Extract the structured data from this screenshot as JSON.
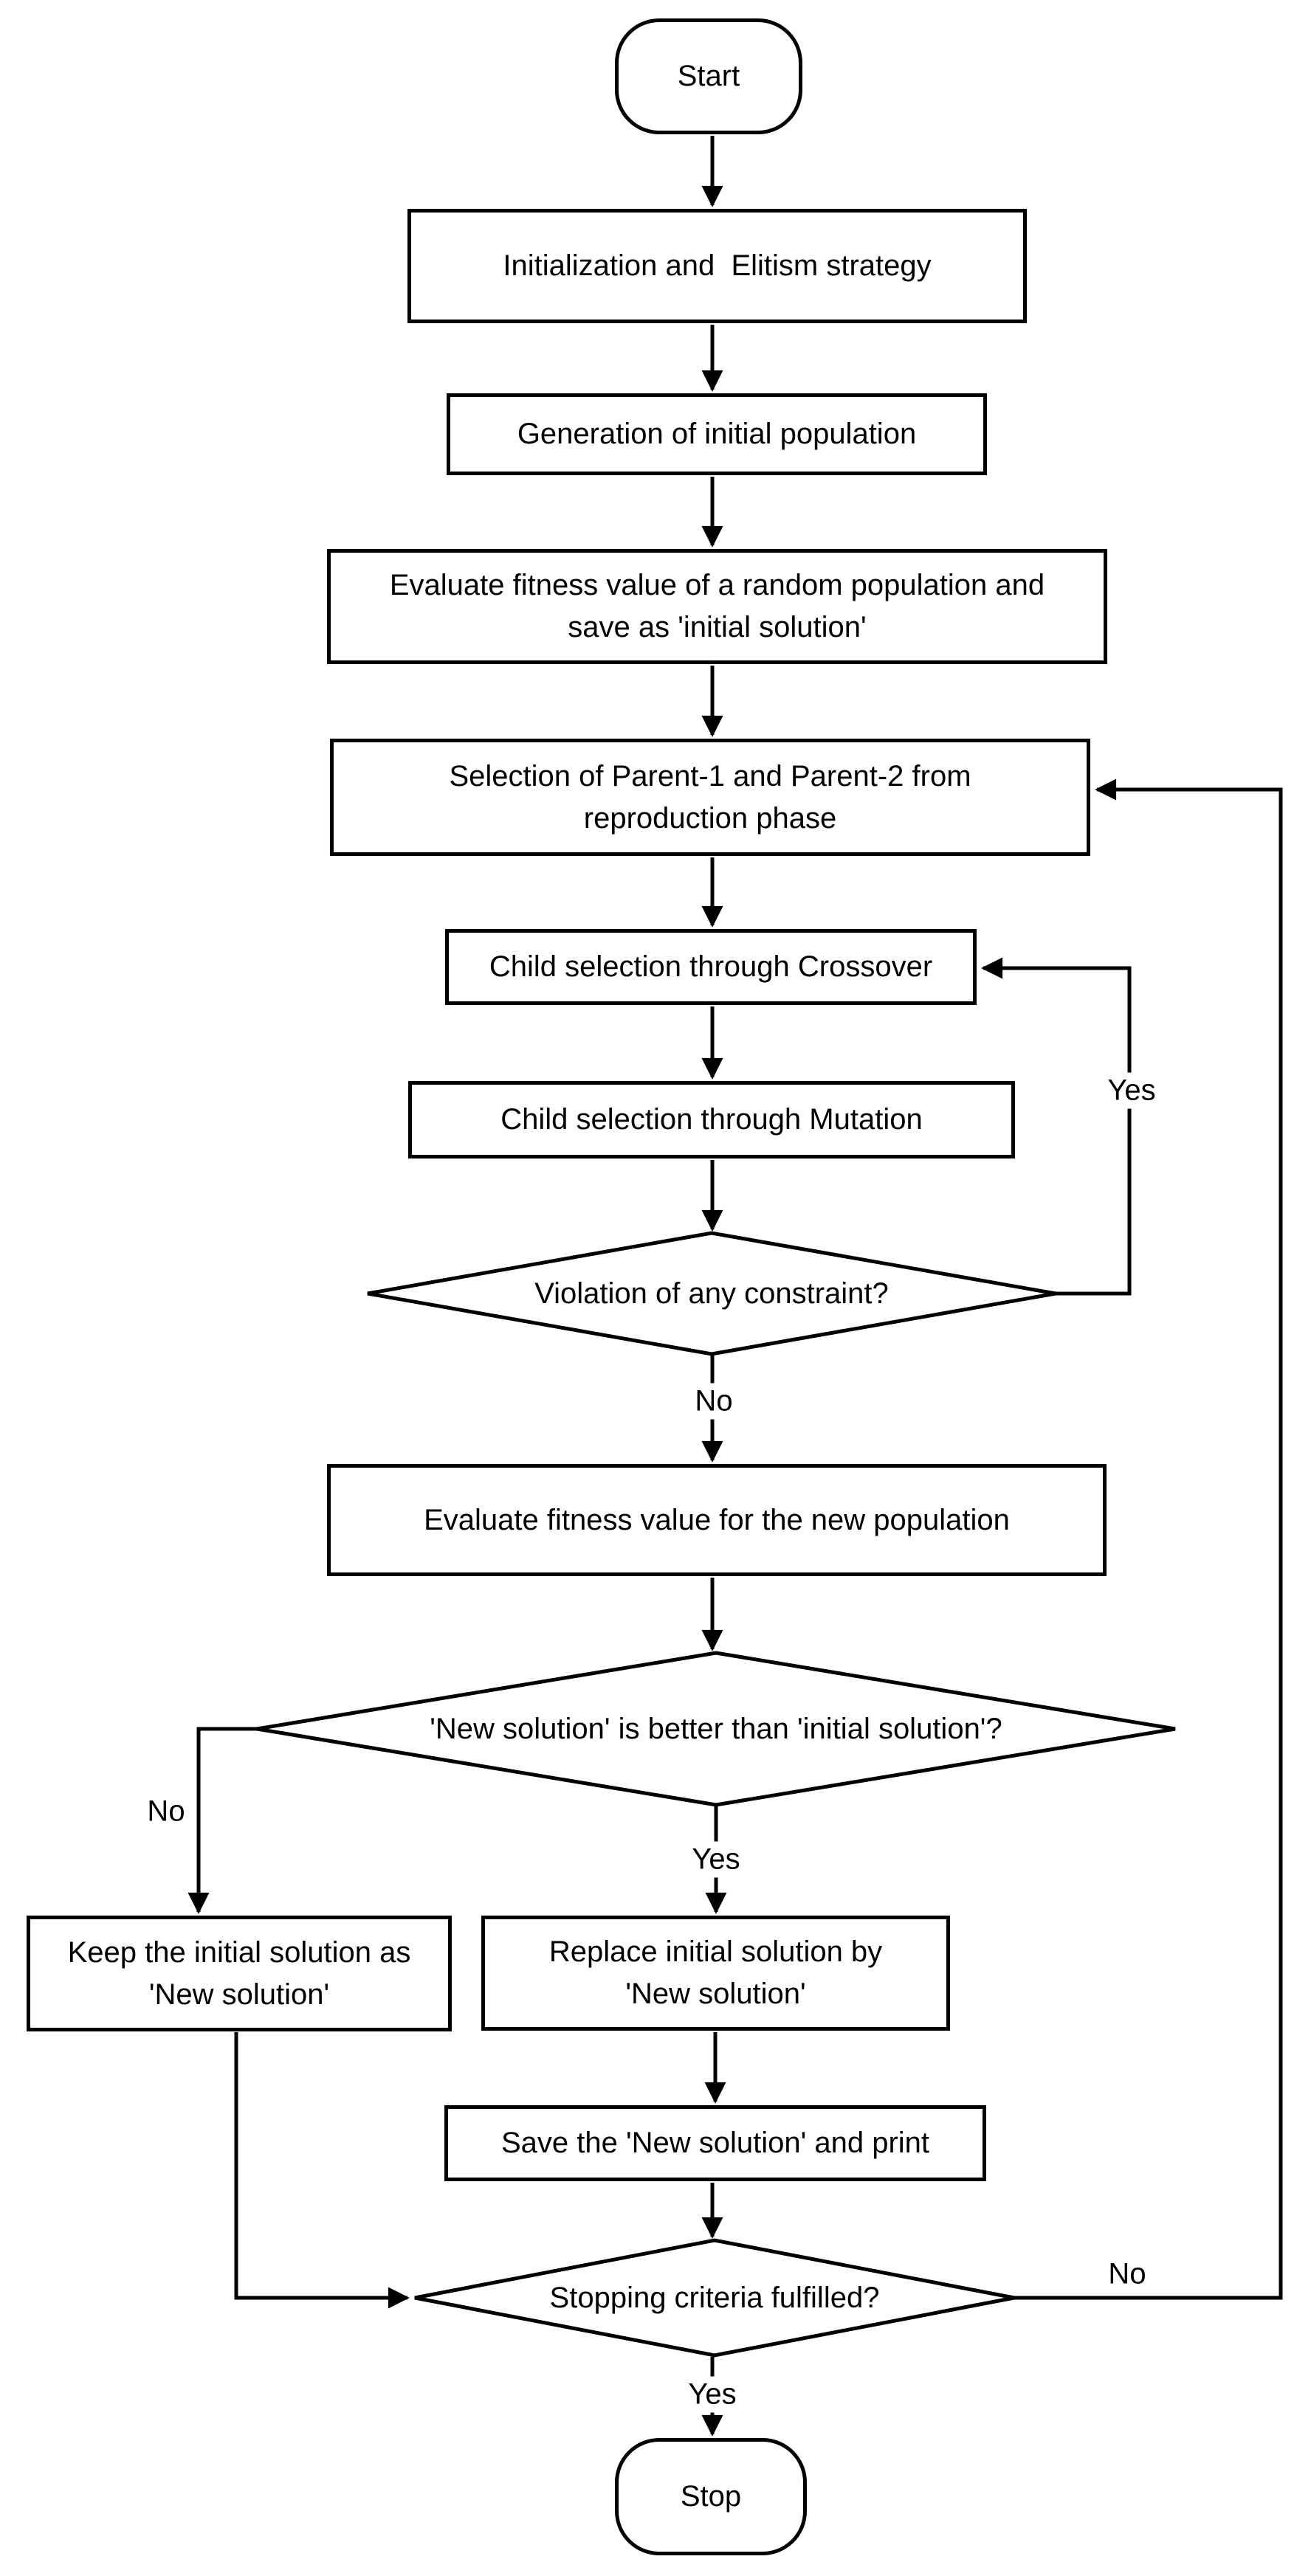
{
  "diagram": {
    "nodes": {
      "start": "Start",
      "initialization": "Initialization and  Elitism strategy",
      "generation": "Generation of initial population",
      "evaluate_random": "Evaluate fitness value of a random population and\nsave as 'initial solution'",
      "selection": "Selection of Parent-1 and Parent-2 from\nreproduction phase",
      "crossover": "Child selection through Crossover",
      "mutation": "Child selection through Mutation",
      "violation": "Violation of any constraint?",
      "evaluate_new": "Evaluate fitness value for the new population",
      "better": "'New solution' is better than 'initial solution'?",
      "keep": "Keep the initial solution as\n'New solution'",
      "replace": "Replace initial solution by\n'New solution'",
      "save": "Save the 'New solution' and print",
      "stopping": "Stopping criteria fulfilled?",
      "stop": "Stop"
    },
    "edge_labels": {
      "violation_yes": "Yes",
      "violation_no": "No",
      "better_no": "No",
      "better_yes": "Yes",
      "stopping_no": "No",
      "stopping_yes": "Yes"
    },
    "colors": {
      "stroke": "#000000",
      "background": "#ffffff"
    }
  }
}
